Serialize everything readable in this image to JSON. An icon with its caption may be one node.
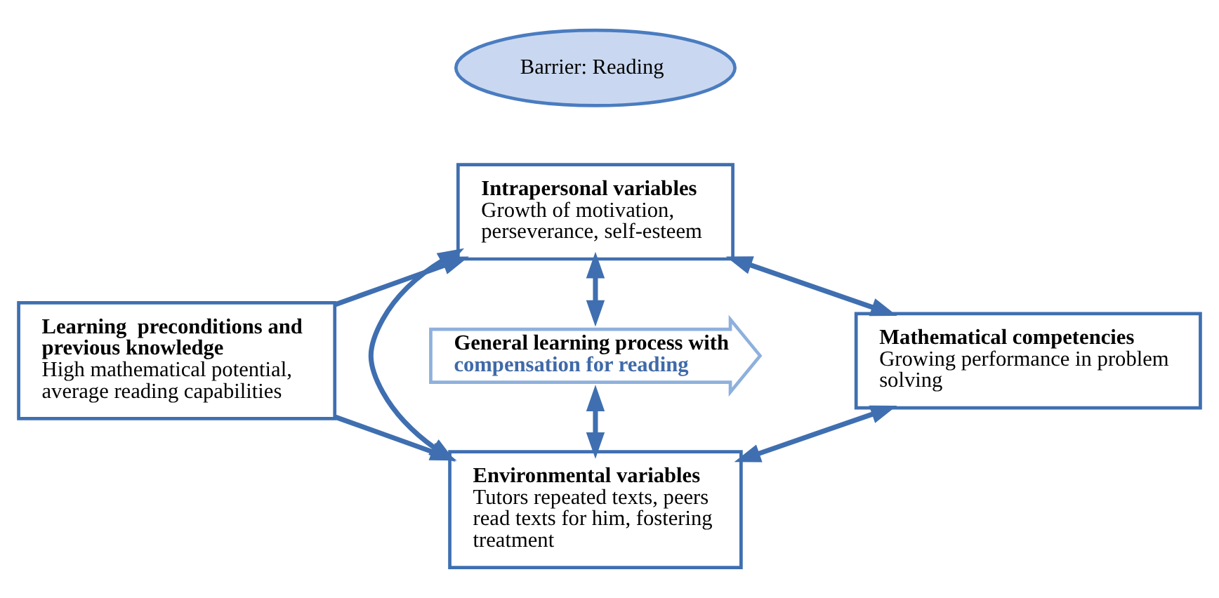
{
  "diagram": {
    "nodes": [
      {
        "text": [
          "Learning  preconditions and previous knowledge",
          "High mathematical potential, average reading capabilities"
        ]
      },
      {
        "text": [
          "Intrapersonal variables",
          "Growth of motivation, perseverance, self-esteem"
        ]
      },
      {
        "text": [
          "General learning process with",
          "compensation for reading"
        ]
      },
      {
        "text": [
          "Barrier: Reading"
        ]
      },
      {
        "text": [
          "Mathematical competencies",
          "Growing performance in problem solving"
        ]
      },
      {
        "text": [
          "Environmental variables",
          "Tutors repeated texts, peers read texts for him, fostering treatment"
        ]
      }
    ],
    "edges": [
      {
        "from": 0,
        "to": 1,
        "arrow": "to"
      },
      {
        "from": 1,
        "to": 4,
        "arrow": "both"
      },
      {
        "from": 1,
        "to": 5,
        "arrow": "both"
      },
      {
        "from": 1,
        "to": 2,
        "arrow": "both"
      },
      {
        "from": 2,
        "to": 5,
        "arrow": "both"
      },
      {
        "from": 0,
        "to": 5,
        "arrow": "to"
      },
      {
        "from": 5,
        "to": 4,
        "arrow": "both"
      }
    ]
  }
}
